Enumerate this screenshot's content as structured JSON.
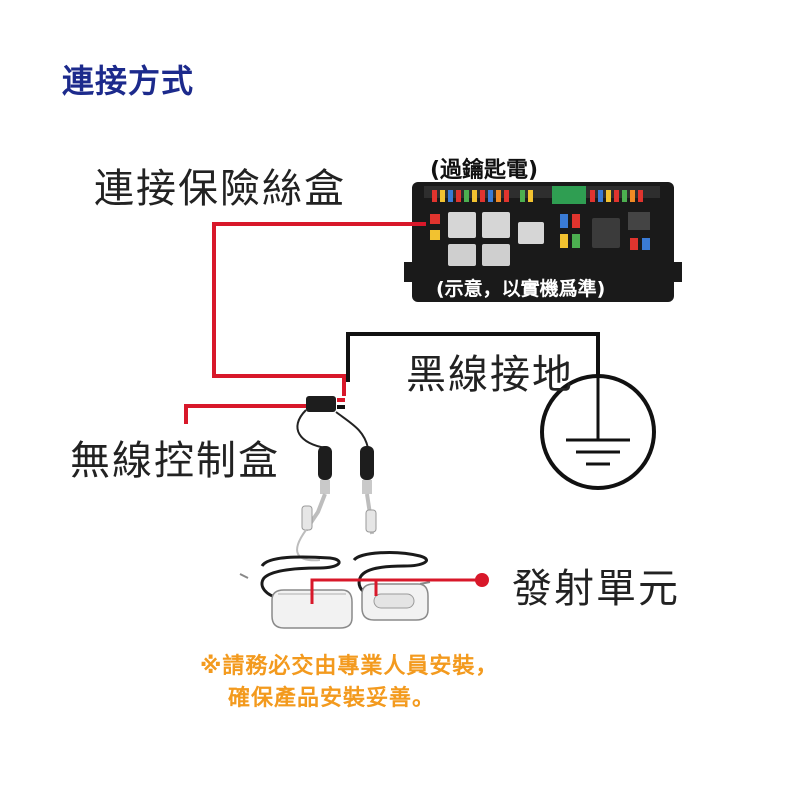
{
  "title": "連接方式",
  "labels": {
    "fuse_box": "連接保險絲盒",
    "fuse_caption": "(過鑰匙電)",
    "fuse_note": "(示意，以實機爲準)",
    "ground": "黑線接地",
    "wireless_box": "無線控制盒",
    "transmitter": "發射單元"
  },
  "warning": {
    "line1": "※請務必交由專業人員安裝，",
    "line2": "確保產品安裝妥善。"
  },
  "colors": {
    "title": "#1c2a8c",
    "red_wire": "#d8182a",
    "black_wire": "#111111",
    "warning": "#f39a1e"
  }
}
